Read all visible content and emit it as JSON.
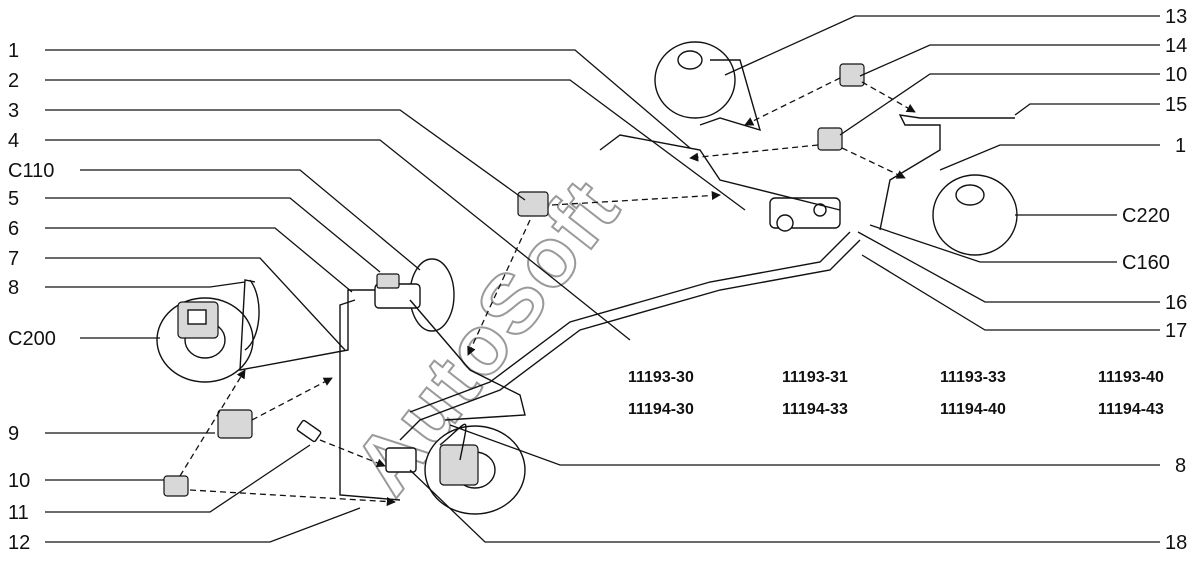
{
  "diagram": {
    "watermark": "AutoSoft",
    "left_labels": [
      "1",
      "2",
      "3",
      "4",
      "C110",
      "5",
      "6",
      "7",
      "8",
      "C200",
      "9",
      "10",
      "11",
      "12"
    ],
    "right_labels": [
      "13",
      "14",
      "10",
      "15",
      "1",
      "C220",
      "C160",
      "16",
      "17",
      "8",
      "18"
    ],
    "model_codes": {
      "row1": [
        "11193-30",
        "11193-31",
        "11193-33",
        "11193-40"
      ],
      "row2": [
        "11194-30",
        "11194-33",
        "11194-40",
        "11194-43"
      ]
    }
  }
}
